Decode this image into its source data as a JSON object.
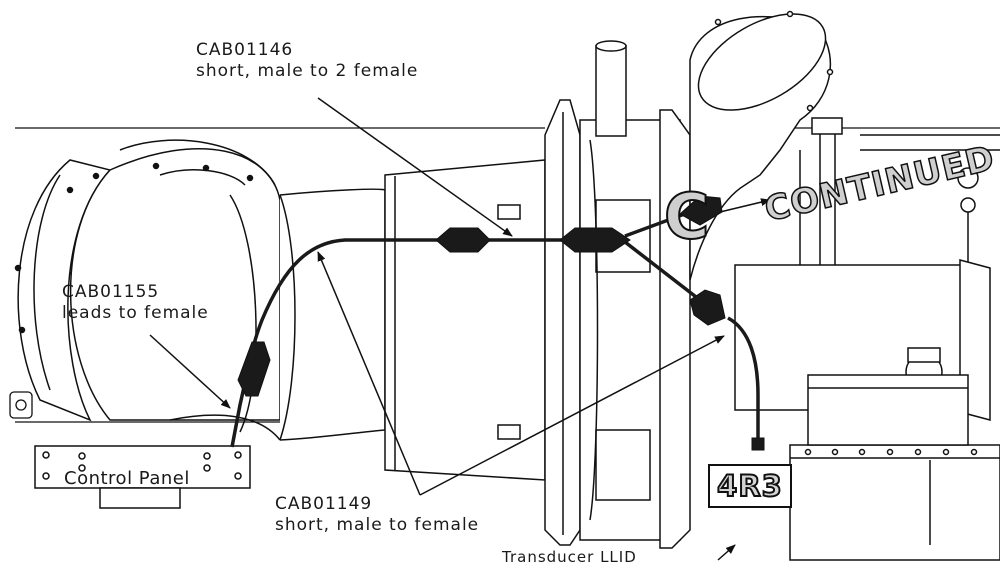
{
  "callouts": {
    "cab1146": {
      "part": "CAB01146",
      "desc": "short, male to 2 female"
    },
    "cab1155": {
      "part": "CAB01155",
      "desc": "leads to female"
    },
    "cab1149": {
      "part": "CAB01149",
      "desc": "short, male to female"
    }
  },
  "panel_label": "Control Panel",
  "llid": {
    "code": "4R3",
    "label": "Transducer LLID"
  },
  "continuation": {
    "letter": "C",
    "word": "CONTINUED"
  },
  "colors": {
    "line": "#111111",
    "fill": "#ffffff",
    "connector": "#1a1a1a",
    "letter_fill": "#cfcfcf"
  }
}
